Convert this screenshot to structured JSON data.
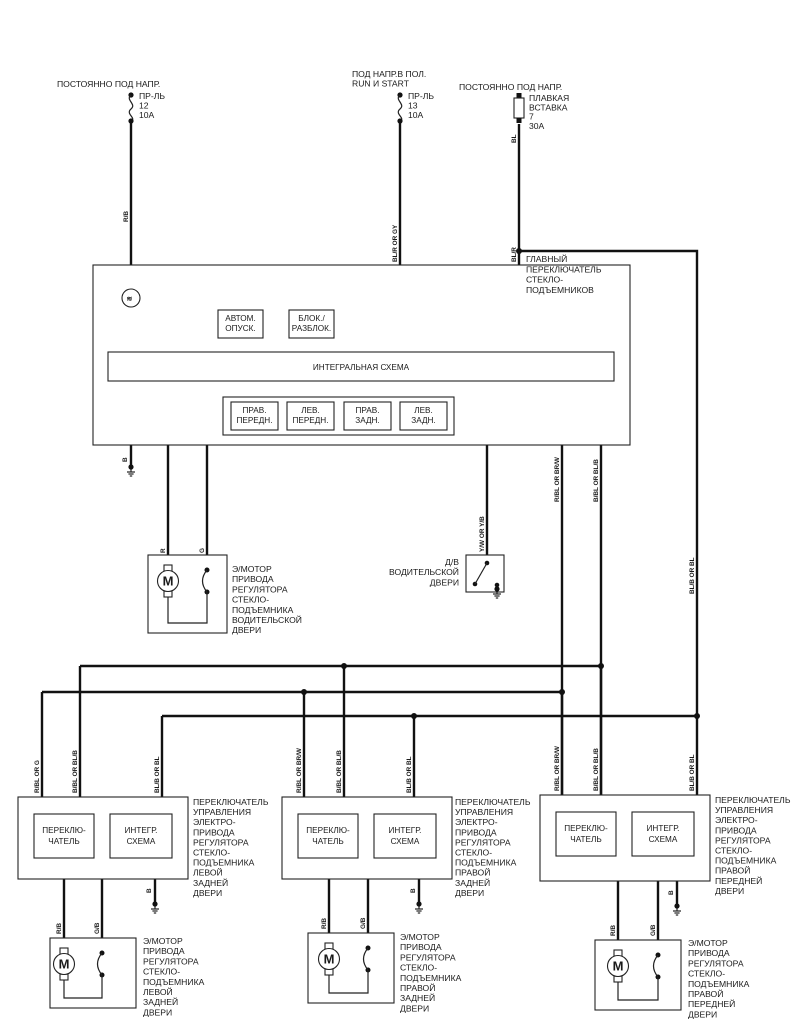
{
  "diagram": {
    "title": "Power window wiring diagram",
    "power_sources": [
      {
        "id": "src1",
        "heading": [
          "ПОСТОЯННО ПОД НАПР."
        ],
        "fuse_lines": [
          "ПР-ЛЬ",
          "12",
          "10A"
        ],
        "wire": "R/B"
      },
      {
        "id": "src2",
        "heading": [
          "ПОД НАПР.В ПОЛ.",
          "RUN И START"
        ],
        "fuse_lines": [
          "ПР-ЛЬ",
          "13",
          "10A"
        ],
        "wire": "BL/R OR GY"
      },
      {
        "id": "src3",
        "heading": [
          "ПОСТОЯННО ПОД НАПР."
        ],
        "fuse_lines": [
          "ПЛАВКАЯ",
          "ВСТАВКА",
          "7",
          "30A"
        ],
        "wire_top": "BL",
        "wire": "BL/R"
      }
    ],
    "main_switch": {
      "label": [
        "ГЛАВНЫЙ",
        "ПЕРЕКЛЮЧАТЕЛЬ",
        "СТЕКЛО-",
        "ПОДЪЕМНИКОВ"
      ],
      "auto_down": [
        "АВТОМ.",
        "ОПУСК."
      ],
      "lock": [
        "БЛОК./",
        "РАЗБЛОК."
      ],
      "ic": "ИНТЕГРАЛЬНАЯ СХЕМА",
      "buttons": [
        [
          "ПРАВ.",
          "ПЕРЕДН."
        ],
        [
          "ЛЕВ.",
          "ПЕРЕДН."
        ],
        [
          "ПРАВ.",
          "ЗАДН."
        ],
        [
          "ЛЕВ.",
          "ЗАДН."
        ]
      ],
      "ground_wire": "B",
      "motor_wires": [
        "R",
        "G"
      ],
      "out_wires": [
        "R/BL OR BR/W",
        "B/BL OR BL/B"
      ]
    },
    "driver_motor": {
      "label": [
        "Э/МОТОР",
        "ПРИВОДА",
        "РЕГУЛЯТОРА",
        "СТЕКЛО-",
        "ПОДЪЕМНИКА",
        "ВОДИТЕЛЬСКОЙ",
        "ДВЕРИ"
      ],
      "symbol": "M"
    },
    "door_switch": {
      "label": [
        "Д/В",
        "ВОДИТЕЛЬСКОЙ",
        "ДВЕРИ"
      ],
      "wire": "Y/W OR Y/B"
    },
    "bus_wire": "BL/B OR BL",
    "sub_switches": [
      {
        "id": "left-rear",
        "wires": [
          "R/BL OR G",
          "B/BL OR BL/B",
          "BL/B OR BL"
        ],
        "switch_label": [
          "ПЕРЕКЛЮ-",
          "ЧАТЕЛЬ"
        ],
        "ic_label": [
          "ИНТЕГР.",
          "СХЕМА"
        ],
        "label": [
          "ПЕРЕКЛЮЧАТЕЛЬ",
          "УПРАВЛЕНИЯ",
          "ЭЛЕКТРО-",
          "ПРИВОДА",
          "РЕГУЛЯТОРА",
          "СТЕКЛО-",
          "ПОДЪЕМНИКА",
          "ЛЕВОЙ",
          "ЗАДНЕЙ",
          "ДВЕРИ"
        ],
        "ground_wire": "B",
        "motor_wires": [
          "R/B",
          "G/B"
        ],
        "motor_label": [
          "Э/МОТОР",
          "ПРИВОДА",
          "РЕГУЛЯТОРА",
          "СТЕКЛО-",
          "ПОДЪЕМНИКА",
          "ЛЕВОЙ",
          "ЗАДНЕЙ",
          "ДВЕРИ"
        ]
      },
      {
        "id": "right-rear",
        "wires": [
          "R/BL OR BR/W",
          "B/BL OR BL/B",
          "BL/B OR BL"
        ],
        "switch_label": [
          "ПЕРЕКЛЮ-",
          "ЧАТЕЛЬ"
        ],
        "ic_label": [
          "ИНТЕГР.",
          "СХЕМА"
        ],
        "label": [
          "ПЕРЕКЛЮЧАТЕЛЬ",
          "УПРАВЛЕНИЯ",
          "ЭЛЕКТРО-",
          "ПРИВОДА",
          "РЕГУЛЯТОРА",
          "СТЕКЛО-",
          "ПОДЪЕМНИКА",
          "ПРАВОЙ",
          "ЗАДНЕЙ",
          "ДВЕРИ"
        ],
        "ground_wire": "B",
        "motor_wires": [
          "R/B",
          "G/B"
        ],
        "motor_label": [
          "Э/МОТОР",
          "ПРИВОДА",
          "РЕГУЛЯТОРА",
          "СТЕКЛО-",
          "ПОДЪЕМНИКА",
          "ПРАВОЙ",
          "ЗАДНЕЙ",
          "ДВЕРИ"
        ]
      },
      {
        "id": "right-front",
        "wires": [
          "R/BL OR BR/W",
          "B/BL OR BL/B",
          "BL/B OR BL"
        ],
        "switch_label": [
          "ПЕРЕКЛЮ-",
          "ЧАТЕЛЬ"
        ],
        "ic_label": [
          "ИНТЕГР.",
          "СХЕМА"
        ],
        "label": [
          "ПЕРЕКЛЮЧАТЕЛЬ",
          "УПРАВЛЕНИЯ",
          "ЭЛЕКТРО-",
          "ПРИВОДА",
          "РЕГУЛЯТОРА",
          "СТЕКЛО-",
          "ПОДЪЕМНИКА",
          "ПРАВОЙ",
          "ПЕРЕДНЕЙ",
          "ДВЕРИ"
        ],
        "ground_wire": "B",
        "motor_wires": [
          "R/B",
          "G/B"
        ],
        "motor_label": [
          "Э/МОТОР",
          "ПРИВОДА",
          "РЕГУЛЯТОРА",
          "СТЕКЛО-",
          "ПОДЪЕМНИКА",
          "ПРАВОЙ",
          "ПЕРЕДНЕЙ",
          "ДВЕРИ"
        ]
      }
    ]
  }
}
